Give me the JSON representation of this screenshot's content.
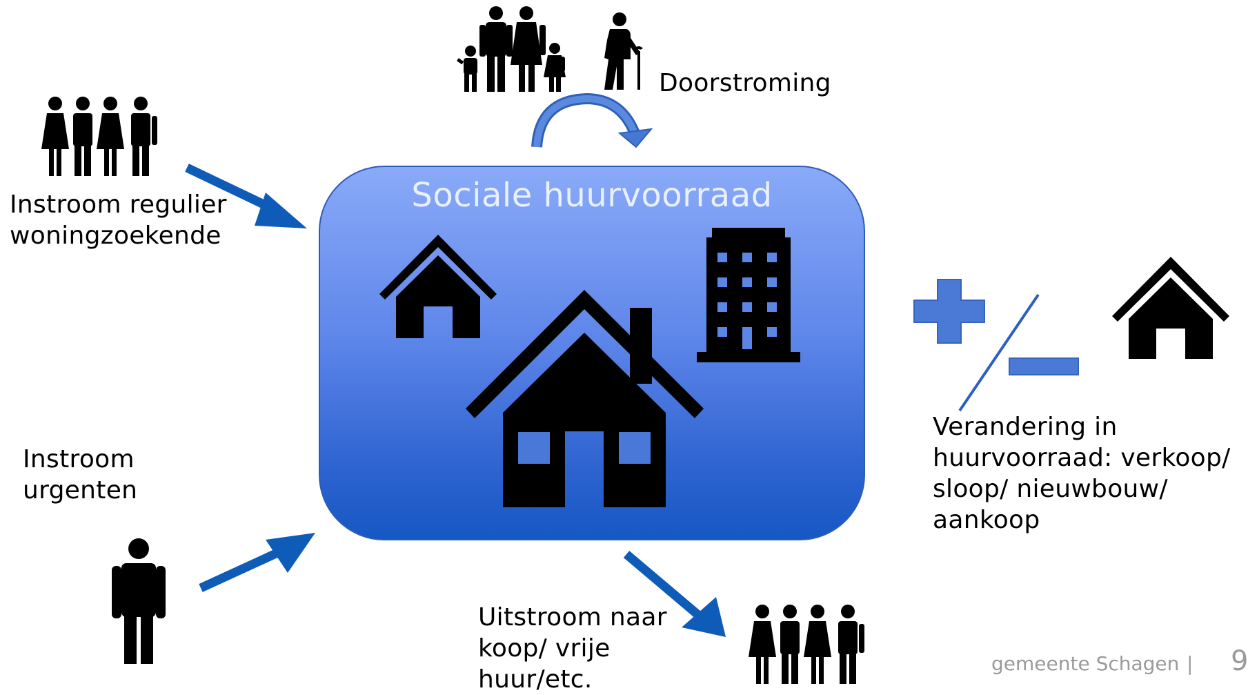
{
  "diagram": {
    "center_title": "Sociale huurvoorraad",
    "doorstroming": "Doorstroming",
    "instroom_regulier": [
      "Instroom regulier",
      "woningzoekende"
    ],
    "instroom_urgenten": [
      "Instroom",
      "urgenten"
    ],
    "uitstroom": [
      "Uitstroom naar",
      "koop/ vrije",
      "huur/etc."
    ],
    "verandering": [
      "Verandering in",
      "huurvoorraad: verkoop/",
      "sloop/ nieuwbouw/",
      "aankoop"
    ]
  },
  "footer": {
    "organization": "gemeente Schagen",
    "separator": "|",
    "page_number": "9"
  },
  "colors": {
    "arrow_blue": "#0e5cb8",
    "box_top": "#8aaaf8",
    "box_bottom": "#1558c4",
    "plus_minus": "#4b79d6"
  },
  "icons": [
    "family-icon",
    "elderly-person-icon",
    "group-of-people-icon",
    "person-icon",
    "house-icon",
    "apartment-building-icon",
    "plus-icon",
    "minus-icon"
  ]
}
